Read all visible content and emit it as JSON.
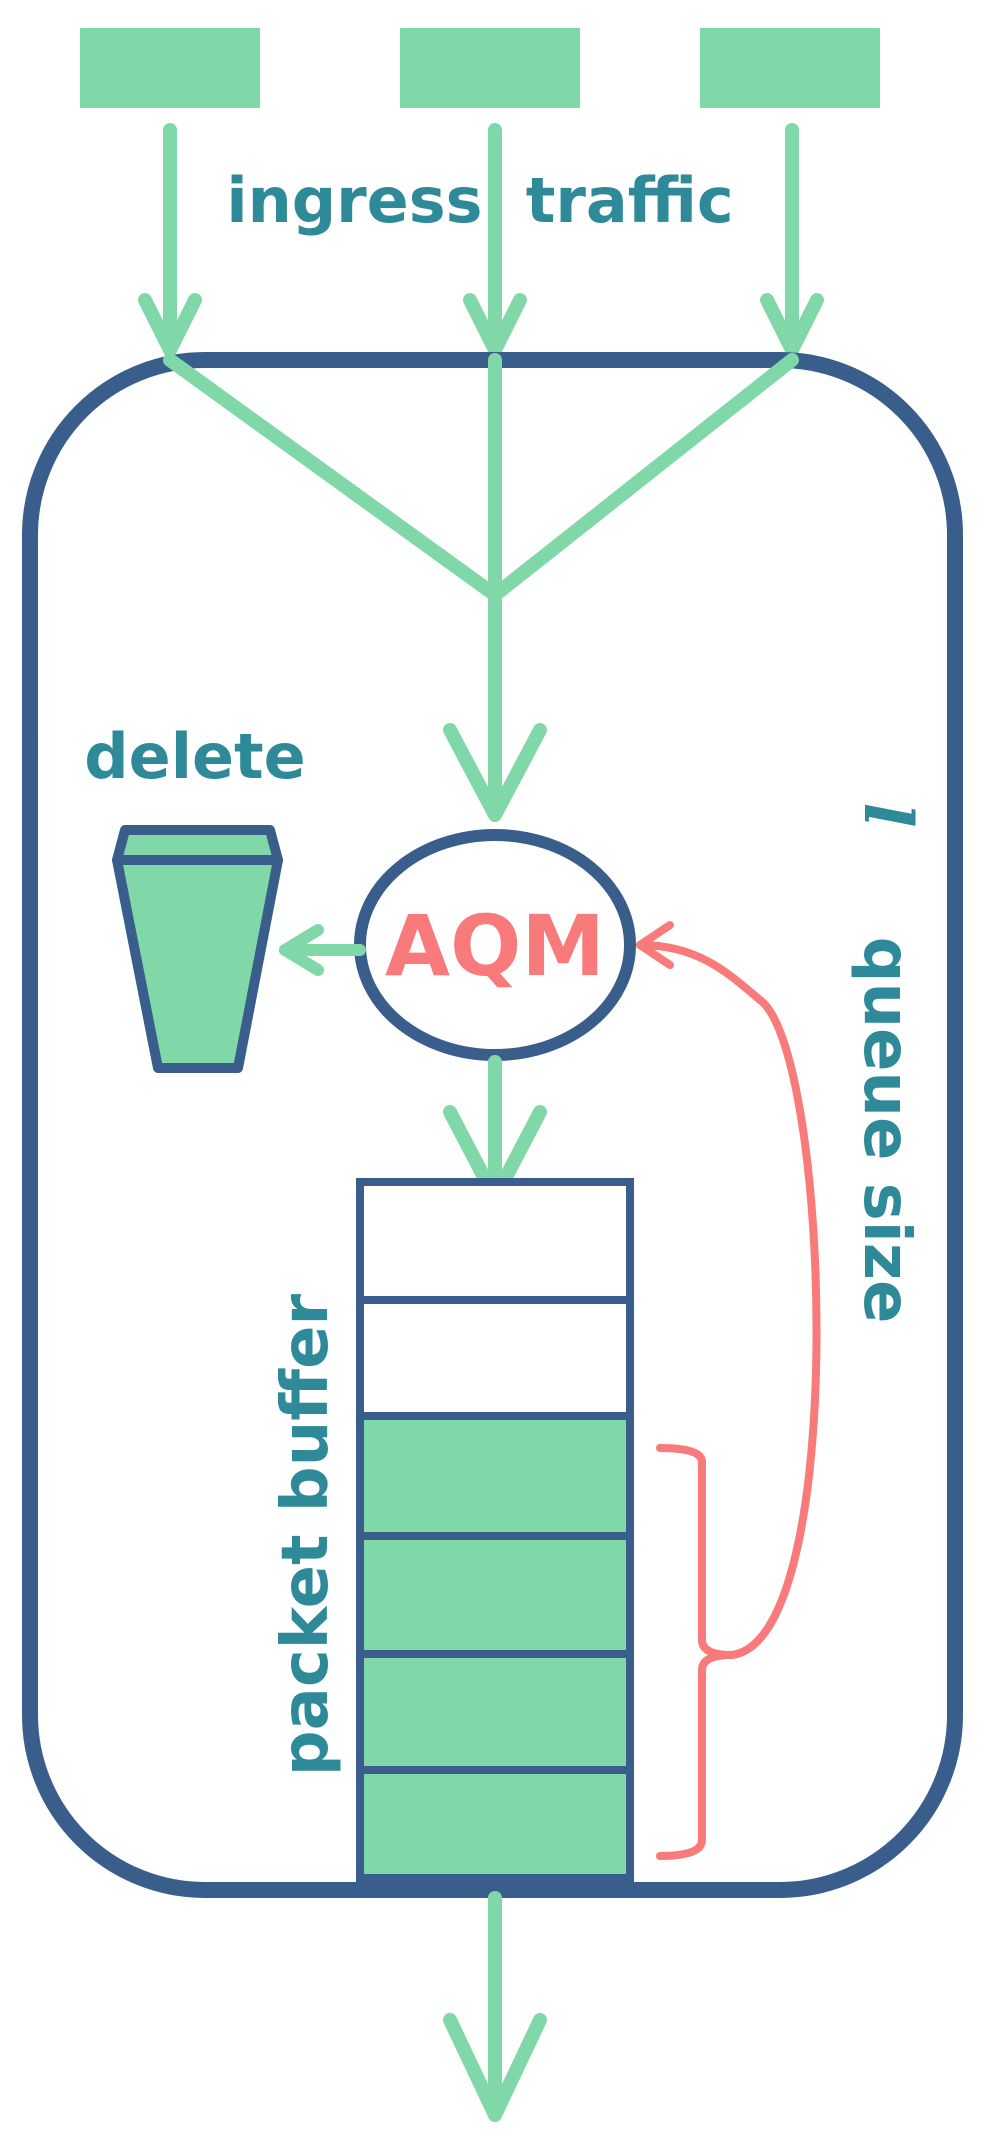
{
  "labels": {
    "ingress": "ingress  traffic",
    "delete": "delete",
    "aqm": "AQM",
    "packet_buffer": "packet buffer",
    "queue_size": "queue size",
    "queue_var": "l"
  },
  "colors": {
    "flow": "#80d8a8",
    "frame": "#3a5e8c",
    "text": "#2e8a98",
    "feedback": "#f87a7a"
  },
  "buffer": {
    "slots_total": 6,
    "slots_filled": 4
  }
}
